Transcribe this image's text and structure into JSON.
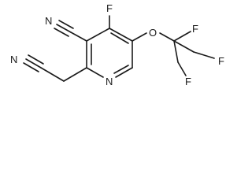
{
  "atoms": {
    "n_nitrile_top": "N",
    "n_nitrile_bottom": "N",
    "n_ring": "N",
    "f_ring": "F",
    "o_ether": "O",
    "f_cf3_top": "F",
    "f_cf3_right": "F",
    "f_cf3_bottom": "F"
  }
}
